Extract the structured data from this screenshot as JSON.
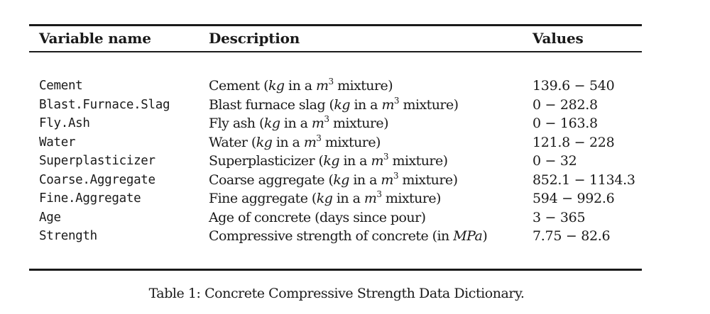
{
  "table": {
    "headers": {
      "variable": "Variable name",
      "description": "Description",
      "values": "Values"
    },
    "rows": [
      {
        "variable": "Cement",
        "desc_pre": "Cement (",
        "desc_unit": "kg",
        "desc_mid": " in a ",
        "desc_m": "m",
        "desc_sup": "3",
        "desc_post": " mixture)",
        "values": "139.6 − 540"
      },
      {
        "variable": "Blast.Furnace.Slag",
        "desc_pre": "Blast furnace slag (",
        "desc_unit": "kg",
        "desc_mid": " in a ",
        "desc_m": "m",
        "desc_sup": "3",
        "desc_post": " mixture)",
        "values": "0 − 282.8"
      },
      {
        "variable": "Fly.Ash",
        "desc_pre": "Fly ash (",
        "desc_unit": "kg",
        "desc_mid": " in a ",
        "desc_m": "m",
        "desc_sup": "3",
        "desc_post": " mixture)",
        "values": "0 − 163.8"
      },
      {
        "variable": "Water",
        "desc_pre": "Water (",
        "desc_unit": "kg",
        "desc_mid": " in a ",
        "desc_m": "m",
        "desc_sup": "3",
        "desc_post": " mixture)",
        "values": "121.8 − 228"
      },
      {
        "variable": "Superplasticizer",
        "desc_pre": "Superplasticizer (",
        "desc_unit": "kg",
        "desc_mid": " in a ",
        "desc_m": "m",
        "desc_sup": "3",
        "desc_post": " mixture)",
        "values": "0 − 32"
      },
      {
        "variable": "Coarse.Aggregate",
        "desc_pre": "Coarse aggregate (",
        "desc_unit": "kg",
        "desc_mid": " in a ",
        "desc_m": "m",
        "desc_sup": "3",
        "desc_post": " mixture)",
        "values": "852.1 − 1134.3"
      },
      {
        "variable": "Fine.Aggregate",
        "desc_pre": "Fine aggregate (",
        "desc_unit": "kg",
        "desc_mid": " in a ",
        "desc_m": "m",
        "desc_sup": "3",
        "desc_post": " mixture)",
        "values": "594 − 992.6"
      },
      {
        "variable": "Age",
        "desc_plain": "Age of concrete (days since pour)",
        "values": "3 − 365"
      },
      {
        "variable": "Strength",
        "desc_pre": "Compressive strength of concrete (in ",
        "desc_unit": "MPa",
        "desc_post": ")",
        "values": "7.75 − 82.6"
      }
    ]
  },
  "caption": "Table 1: Concrete Compressive Strength Data Dictionary."
}
